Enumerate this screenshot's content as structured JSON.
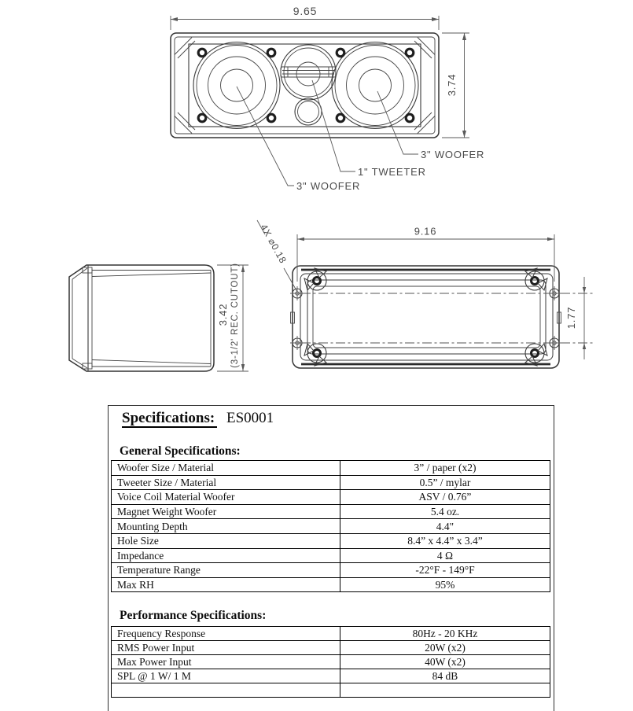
{
  "drawing": {
    "front_view": {
      "width_dim": "9.65",
      "height_dim": "3.74",
      "woofer_left_label": "3\" WOOFER",
      "tweeter_label": "1\" TWEETER",
      "woofer_right_label": "3\" WOOFER"
    },
    "side_view": {
      "height_dim": "3.42",
      "cutout_note": "(3-1/2' REC. CUTOUT)"
    },
    "rear_view": {
      "width_dim": "9.16",
      "hole_spacing_dim": "1.77",
      "hole_callout": "4X ⌀0.18"
    }
  },
  "specs": {
    "title": "Specifications:",
    "model": "ES0001",
    "general": {
      "heading": "General Specifications:",
      "rows": [
        {
          "label": "Woofer Size / Material",
          "value": "3” / paper (x2)"
        },
        {
          "label": "Tweeter Size / Material",
          "value": "0.5” / mylar"
        },
        {
          "label": "Voice Coil Material Woofer",
          "value": "ASV / 0.76”"
        },
        {
          "label": "Magnet Weight Woofer",
          "value": "5.4 oz."
        },
        {
          "label": "Mounting Depth",
          "value": "4.4\""
        },
        {
          "label": "Hole Size",
          "value": "8.4” x 4.4” x 3.4”"
        },
        {
          "label": "Impedance",
          "value": "4 Ω"
        },
        {
          "label": "Temperature Range",
          "value": "-22°F - 149°F"
        },
        {
          "label": "Max RH",
          "value": "95%"
        }
      ]
    },
    "performance": {
      "heading": "Performance Specifications:",
      "rows": [
        {
          "label": "Frequency Response",
          "value": "80Hz - 20 KHz"
        },
        {
          "label": "RMS Power Input",
          "value": "20W (x2)"
        },
        {
          "label": "Max Power Input",
          "value": "40W (x2)"
        },
        {
          "label": "SPL @ 1 W/ 1 M",
          "value": "84 dB"
        },
        {
          "label": "",
          "value": ""
        }
      ]
    }
  }
}
